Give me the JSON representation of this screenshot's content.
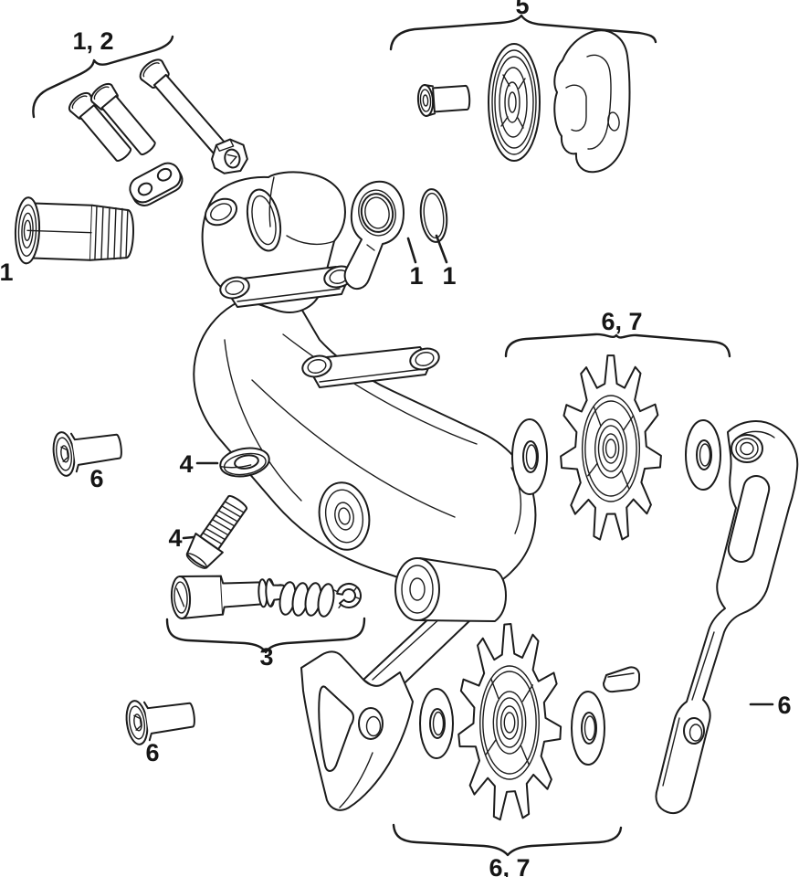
{
  "diagram": {
    "type": "exploded-parts-diagram",
    "subject": "rear-derailleur",
    "style": {
      "background_color": "#ffffff",
      "line_color": "#1c1c1c",
      "label_color": "#161616"
    },
    "callouts": {
      "mount_bolts": "1, 2",
      "b_bolt": "1",
      "damper_group": "5",
      "hanger_bushing": "1",
      "o_ring": "1",
      "upper_pulley_group": "6, 7",
      "cable_anchor_washer": "4",
      "cable_anchor_bolt": "4",
      "spring_kit": "3",
      "upper_pulley_bolt": "6",
      "lower_pulley_bolt": "6",
      "inner_cage_plate": "6",
      "lower_pulley_group": "6, 7"
    }
  }
}
